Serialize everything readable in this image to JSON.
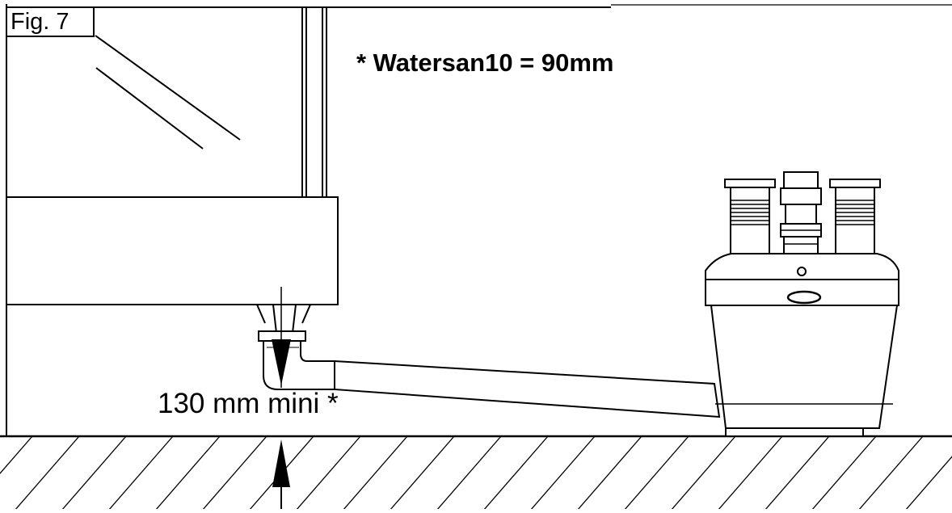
{
  "figure": {
    "label": "Fig. 7",
    "note": "* Watersan10 = 90mm",
    "dimension": "130 mm mini *"
  },
  "colors": {
    "line": "#000000",
    "background": "#ffffff",
    "fill_gray": "#f2f2f2"
  }
}
